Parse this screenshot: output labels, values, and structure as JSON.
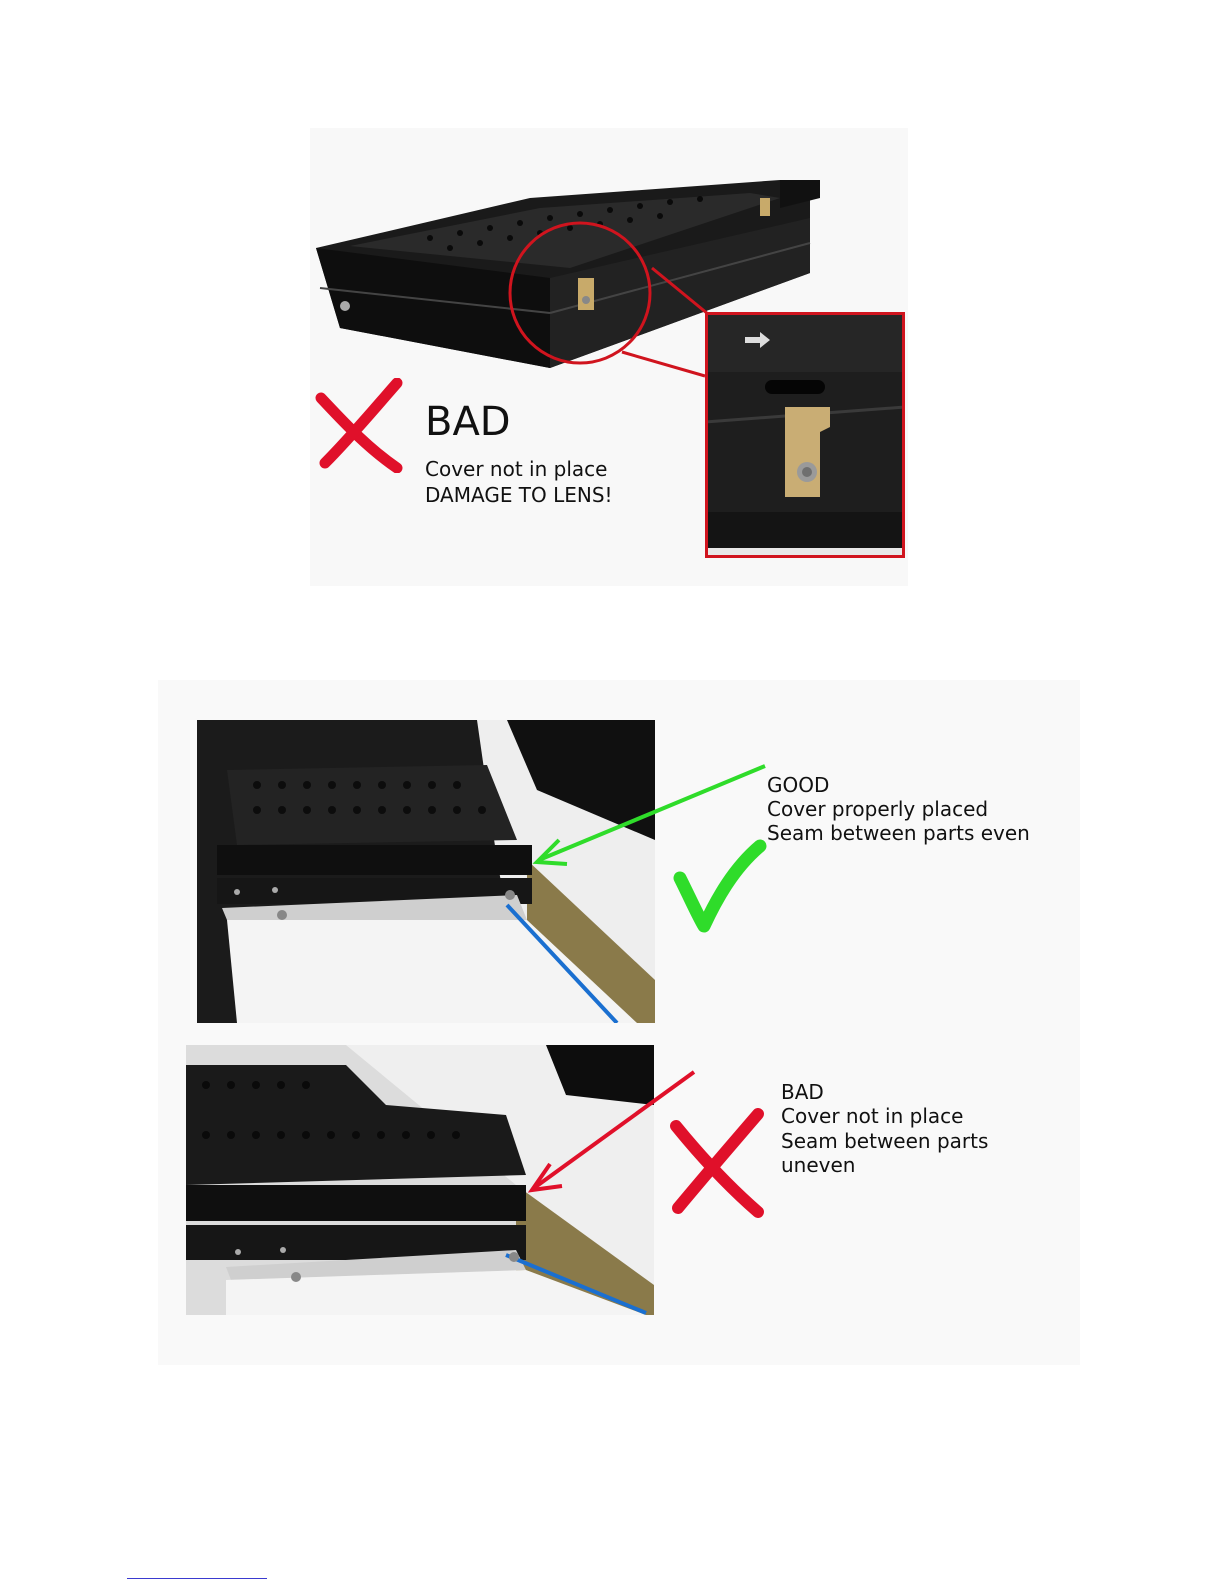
{
  "figure_top": {
    "verdict": "BAD",
    "line1": "Cover not in place",
    "line2": "DAMAGE TO LENS!",
    "mark_color": "#e0102a",
    "mark_icon": "x-mark-icon",
    "callout_color": "#d0141e"
  },
  "figure_bottom": {
    "good": {
      "verdict": "GOOD",
      "line1": "Cover properly placed",
      "line2": "Seam between parts even",
      "mark_color": "#2fdc2a",
      "mark_icon": "check-mark-icon",
      "arrow_color": "#2fdc2a"
    },
    "bad": {
      "verdict": "BAD",
      "line1": "Cover not in place",
      "line2": "Seam between parts",
      "line3": "uneven",
      "mark_color": "#e0102a",
      "mark_icon": "x-mark-icon",
      "arrow_color": "#e0102a"
    }
  }
}
